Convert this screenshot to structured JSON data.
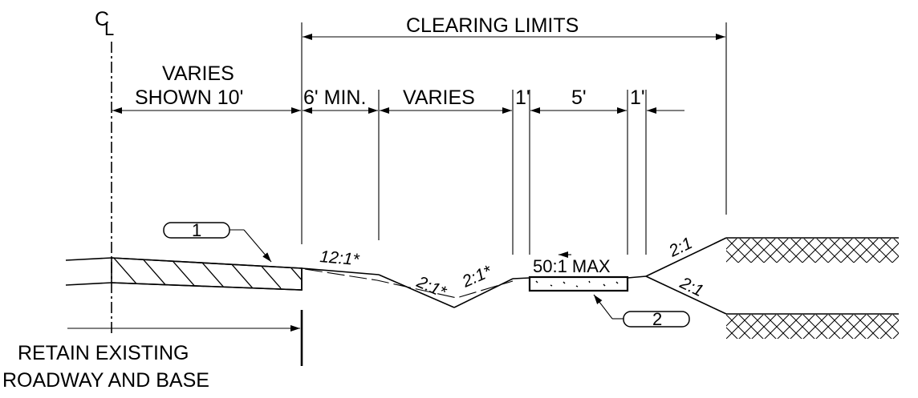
{
  "centerline_symbol": "C",
  "centerline_sub": "L",
  "labels": {
    "clearing_limits": "CLEARING  LIMITS",
    "varies_top": "VARIES",
    "shown": "SHOWN  10'",
    "six_min": "6' MIN.",
    "varies_mid": "VARIES",
    "one_left": "1'",
    "five": "5'",
    "one_right": "1'",
    "retain_line1": "RETAIN  EXISTING",
    "retain_line2": "ROADWAY  AND  BASE"
  },
  "slopes": {
    "s12": "12:1*",
    "s2a": "2:1*",
    "s2b": "2:1*",
    "s50": "50:1 MAX",
    "s2c": "2:1",
    "s2d": "2:1"
  },
  "callouts": {
    "c1": "1",
    "c2": "2"
  }
}
